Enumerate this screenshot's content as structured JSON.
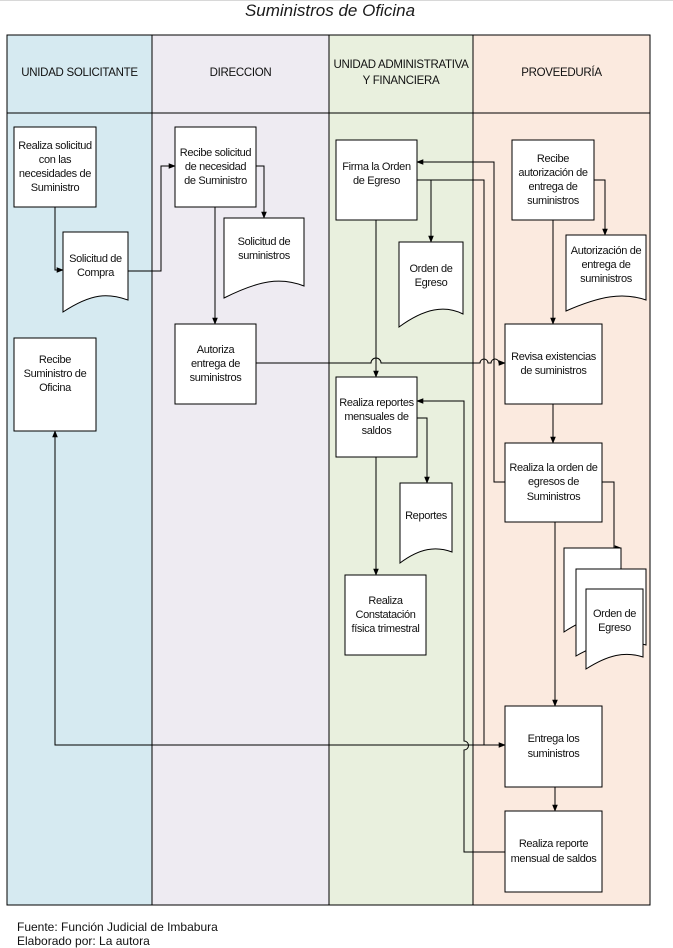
{
  "title": "Suministros de Oficina",
  "colors": {
    "lane_solicitante": "#d6eaf1",
    "lane_direccion": "#eeebf2",
    "lane_administrativa": "#e9f0de",
    "lane_proveeduria": "#fbeadf",
    "box_fill": "#ffffff",
    "border": "#000000"
  },
  "lanes": {
    "solicitante": "UNIDAD SOLICITANTE",
    "direccion": "DIRECCION",
    "administrativa": "UNIDAD ADMINISTRATIVA Y FINANCIERA",
    "proveeduria": "PROVEEDURÍA"
  },
  "nodes": {
    "realiza_solicitud": "Realiza solicitud con las necesidades de Suministro",
    "solicitud_compra": "Solicitud de Compra",
    "recibe_suministro": "Recibe Suministro de Oficina",
    "recibe_solicitud": "Recibe solicitud de necesidad de Suministro",
    "solicitud_suministros": "Solicitud de suministros",
    "autoriza_entrega": "Autoriza entrega de suministros",
    "firma_orden": "Firma la Orden de Egreso",
    "orden_egreso_doc": "Orden de Egreso",
    "realiza_reportes": "Realiza reportes mensuales de saldos",
    "reportes_doc": "Reportes",
    "constatacion": "Realiza Constatación física trimestral",
    "recibe_autorizacion": "Recibe autorización de entrega de suministros",
    "autorizacion_doc": "Autorización de entrega de suministros",
    "revisa_existencias": "Revisa existencias de suministros",
    "realiza_orden": "Realiza la orden de egresos de Suministros",
    "orden_egreso_multi": "Orden de Egreso",
    "entrega": "Entrega los suministros",
    "reporte_mensual": "Realiza reporte mensual de saldos"
  },
  "footer": {
    "fuente": "Fuente: Función Judicial de Imbabura",
    "elaborado": "Elaborado por: La autora"
  }
}
